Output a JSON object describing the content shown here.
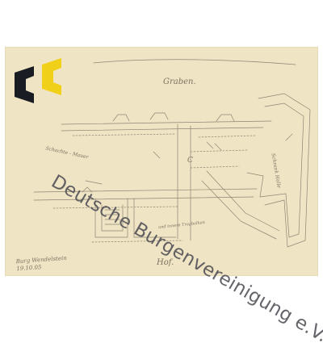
{
  "sheet": {
    "label_graben": "Graben.",
    "label_hof": "Hof.",
    "label_signature": [
      "Burg Wendelstein",
      "19.10.05"
    ],
    "label_wall": "Schachte - Mauer",
    "label_right": "Schrank Halle",
    "label_middle": "und innere Tragbalken",
    "label_c": "C"
  },
  "watermark": {
    "text": "Deutsche Burgenvereinigung e.V."
  },
  "logo": {
    "left_color": "#1a1c24",
    "right_color": "#f0d018"
  }
}
